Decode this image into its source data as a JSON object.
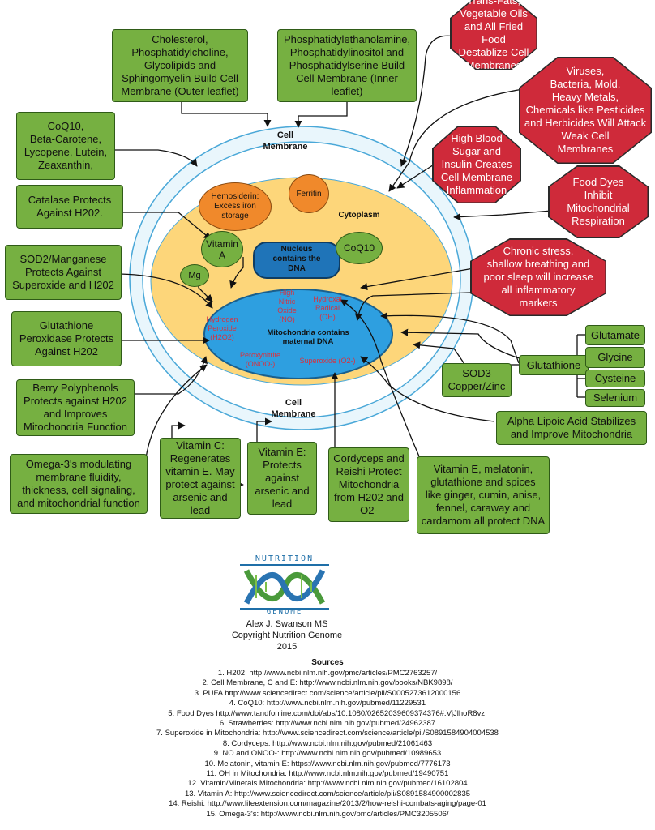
{
  "membrane_labels": {
    "top": "Cell\nMembrane",
    "bottom": "Cell\nMembrane"
  },
  "cytoplasm_label": "Cytoplasm",
  "organelles": {
    "hemosiderin": "Hemosiderin:\nExcess iron\nstorage",
    "ferritin": "Ferritin",
    "vitamin_a": "Vitamin\nA",
    "nucleus": "Nucleus\ncontains the\nDNA",
    "coq10": "CoQ10",
    "mg": "Mg"
  },
  "mitochondria": {
    "title": "Mitochondria contains\nmaternal DNA",
    "hydrogen_peroxide": "Hydrogen\nPeroxide\n(H2O2)",
    "high_nitric_oxide": "High\nNitric\nOxide\n(NO)",
    "hydroxal_radical": "Hydroxal\nRadical\n(OH)",
    "peroxynitrite": "Peroxynitrite\n(ONOO-)",
    "superoxide": "Superoxide (O2-)"
  },
  "green_boxes": {
    "cholesterol": "Cholesterol,\nPhosphatidylcholine,\nGlycolipids and\nSphingomyelin Build Cell\nMembrane (Outer leaflet)",
    "phosphatidyl": "Phosphatidylethanolamine,\nPhosphatidylinositol and\nPhosphatidylserine Build\nCell Membrane (Inner\nleaflet)",
    "coq10_carotene": "CoQ10,\nBeta-Carotene,\nLycopene, Lutein,\nZeaxanthin,",
    "catalase": "Catalase Protects\nAgainst H202.",
    "sod2": "SOD2/Manganese\nProtects Against\nSuperoxide and H202",
    "glutathione_peroxidase": "Glutathione\nPeroxidase Protects\nAgainst H202",
    "berry": "Berry Polyphenols\nProtects against H202\nand Improves\nMitochondria Function",
    "omega3": "Omega-3's modulating\nmembrane fluidity,\nthickness, cell signaling,\nand mitochondrial function",
    "vitamin_c": "Vitamin C:\nRegenerates\nvitamin E. May\nprotect against\narsenic and\nlead",
    "vitamin_e": "Vitamin E:\nProtects\nagainst\narsenic and\nlead",
    "cordyceps": "Cordyceps and\nReishi Protect\nMitochondria\nfrom H202 and\nO2-",
    "vitamin_e_melatonin": "Vitamin E, melatonin,\nglutathione and spices\nlike ginger, cumin, anise,\nfennel, caraway and\ncardamom all protect DNA",
    "alpha_lipoic": "Alpha Lipoic Acid Stabilizes\nand Improve Mitochondria",
    "sod3": "SOD3\nCopper/Zinc",
    "glutathione": "Glutathione",
    "glutamate": "Glutamate",
    "glycine": "Glycine",
    "cysteine": "Cysteine",
    "selenium": "Selenium"
  },
  "red_octagons": {
    "trans_fats": "Trans-Fats,\nVegetable Oils\nand All Fried Food\nDestablize Cell\nMembranes",
    "viruses": "Viruses,\nBacteria, Mold,\nHeavy Metals,\nChemicals like Pesticides\nand Herbicides Will Attack\nWeak Cell\nMembranes",
    "blood_sugar": "High Blood\nSugar and\nInsulin Creates\nCell Membrane\nInflammation",
    "food_dyes": "Food Dyes\nInhibit\nMitochondrial\nRespiration",
    "chronic_stress": "Chronic stress,\nshallow breathing and\npoor sleep will increase\nall inflammatory\nmarkers"
  },
  "logo": {
    "top_text": "NUTRITION",
    "bottom_text": "GENOME"
  },
  "credit": {
    "author": "Alex J. Swanson MS",
    "copyright": "Copyright Nutrition Genome",
    "year": "2015"
  },
  "sources": {
    "heading": "Sources",
    "items": [
      "1. H202: http://www.ncbi.nlm.nih.gov/pmc/articles/PMC2763257/",
      "2. Cell Membrane, C and E: http://www.ncbi.nlm.nih.gov/books/NBK9898/",
      "3. PUFA http://www.sciencedirect.com/science/article/pii/S0005273612000156",
      "4. CoQ10: http://www.ncbi.nlm.nih.gov/pubmed/11229531",
      "5. Food Dyes http://www.tandfonline.com/doi/abs/10.1080/02652039609374376#.VjJlhoR8vzI",
      "6. Strawberries: http://www.ncbi.nlm.nih.gov/pubmed/24962387",
      "7. Superoxide in Mitochondria: http://www.sciencedirect.com/science/article/pii/S0891584904004538",
      "8. Cordyceps: http://www.ncbi.nlm.nih.gov/pubmed/21061463",
      "9. NO and ONOO-: http://www.ncbi.nlm.nih.gov/pubmed/10989653",
      "10. Melatonin, vitamin E: https://www.ncbi.nlm.nih.gov/pubmed/7776173",
      "11. OH in Mitochondria: http://www.ncbi.nlm.nih.gov/pubmed/19490751",
      "12. Vitamin/Minerals Mitochondria: http://www.ncbi.nlm.nih.gov/pubmed/16102804",
      "13. Vitamin A: http://www.sciencedirect.com/science/article/pii/S0891584900002835",
      "14. Reishi: http://www.lifeextension.com/magazine/2013/2/how-reishi-combats-aging/page-01",
      "15. Omega-3's: http://www.ncbi.nlm.nih.gov/pmc/articles/PMC3205506/"
    ]
  },
  "colors": {
    "green_box": "#76b041",
    "red_octagon": "#cf2a3a",
    "cytoplasm": "#fdd67a",
    "membrane_outer": "#dff2fb",
    "mitochondria": "#2e9fe0",
    "nucleus": "#1f74b8",
    "orange_organelle": "#f0892b",
    "red_text": "#d8323f"
  }
}
